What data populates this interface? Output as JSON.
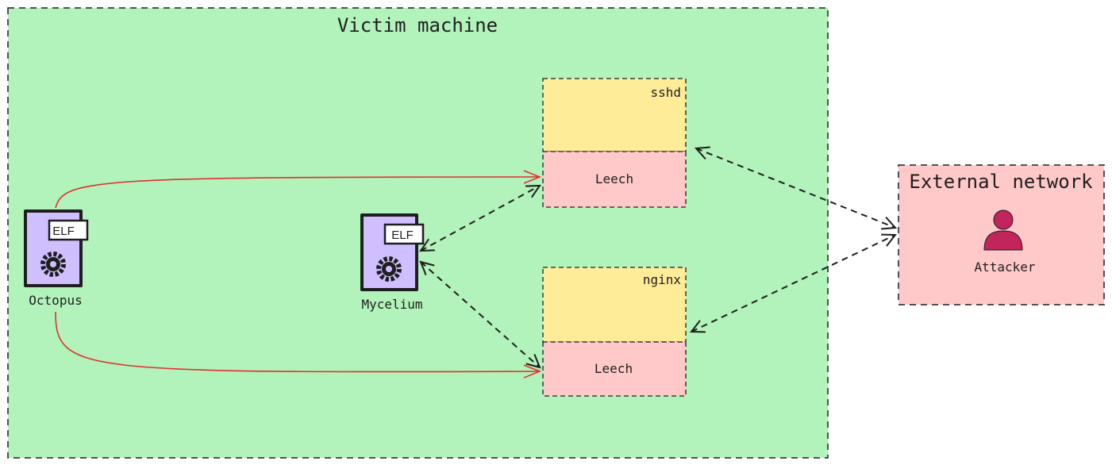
{
  "diagram": {
    "victim_zone": {
      "label": "Victim machine"
    },
    "external_zone": {
      "label": "External network"
    },
    "processes": [
      {
        "name": "sshd",
        "injected_label": "Leech"
      },
      {
        "name": "nginx",
        "injected_label": "Leech"
      }
    ],
    "binaries": [
      {
        "name": "Octopus",
        "badge": "ELF"
      },
      {
        "name": "Mycelium",
        "badge": "ELF"
      }
    ],
    "actor": {
      "name": "Attacker",
      "icon": "person-icon"
    },
    "colors": {
      "victim_bg": "#b2f2bb",
      "external_bg": "#ffc9c9",
      "process_bg": "#ffec99",
      "leech_bg": "#ffc9c9",
      "binary_fill": "#d0bfff",
      "attacker_fill": "#c2255c",
      "injection_arrow": "#e03131",
      "comm_arrow": "#1e1e1e"
    }
  }
}
